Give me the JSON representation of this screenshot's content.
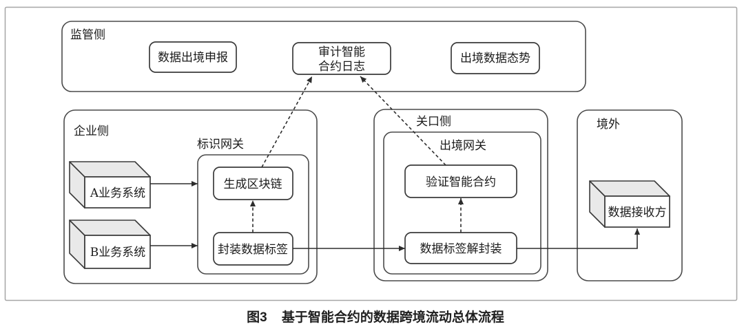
{
  "colors": {
    "outer_border": "#a6a6a6",
    "box_stroke": "#3a3a3a",
    "box_fill": "#ffffff",
    "cube_face_fill": "#e9e9e9",
    "text": "#1b1b1b"
  },
  "caption": {
    "figure_no": "图3",
    "title": "基于智能合约的数据跨境流动总体流程"
  },
  "sections": {
    "regulator": {
      "label": "监管侧",
      "nodes": {
        "declare": "数据出境申报",
        "audit_lines": [
          "审计智能",
          "合约日志"
        ],
        "situation": "出境数据态势"
      }
    },
    "enterprise": {
      "label": "企业侧",
      "systems": {
        "a": "A业务系统",
        "b": "B业务系统"
      },
      "gateway": {
        "label": "标识网关",
        "nodes": {
          "blockchain": "生成区块链",
          "encapsulate": "封装数据标签"
        }
      }
    },
    "checkpoint": {
      "label": "关口侧",
      "gateway": {
        "label": "出境网关",
        "nodes": {
          "verify": "验证智能合约",
          "decapsulate": "数据标签解封装"
        }
      }
    },
    "overseas": {
      "label": "境外",
      "receiver": "数据接收方"
    }
  }
}
